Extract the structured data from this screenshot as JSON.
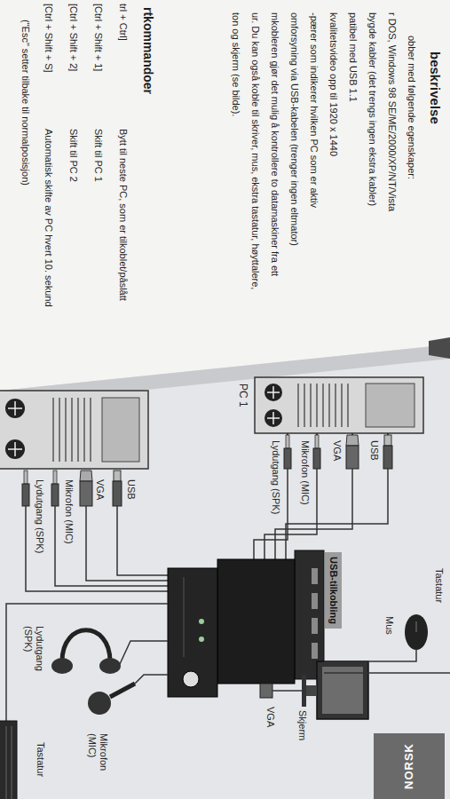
{
  "diagram": {
    "nodes": [
      {
        "text": [
          "USB-tilkobling"
        ]
      },
      {
        "text": [
          "NORSK"
        ]
      }
    ],
    "labels": [
      "beskrivelse",
      "obber med følgende egenskaper:",
      "r DOS, Windows 98 SE/ME/2000/XP/NT/Vista",
      "bygde kabler (det trengs ingen ekstra kabler)",
      "patibel med USB 1.1",
      "kvalitetsvideo opp til 1920 x 1440",
      "-pærer som indikerer hvilken PC som er aktiv",
      "omforsyning via USB-kabelen (trenger ingen eltmator)",
      "mkobleren gjør det mulig å kontrollere to datamaskiner fra ett",
      "ur. Du kan også koble til skriver, mus, ekstra tastatur, høyttalere,",
      "ton og skjerm (se bilde).",
      "rtkommandoer",
      "trl + Ctrl]",
      "Bytt til neste PC, som er tilkoblet/påslått",
      "[Ctrl + Shift + 1]",
      "Skift til PC 1",
      "[Ctrl + Shift + 2]",
      "Skift til PC 2",
      "[Ctrl + Shift + S]",
      "Automatisk skifte av PC hvert 10. sekund",
      "(\"Esc\" setter tilbake til normalposisjon)",
      "PC 1",
      "USB",
      "VGA",
      "Mikrofon (MIC)",
      "Lydutgang (SPK)",
      "USB",
      "VGA",
      "Mikrofon (MIC)",
      "Lydutgang (SPK)",
      "Tastatur",
      "Mus",
      "Skjerm",
      "VGA",
      "Lydutgang (SPK)",
      "Mikrofon (MIC)",
      "Tastatur"
    ]
  }
}
